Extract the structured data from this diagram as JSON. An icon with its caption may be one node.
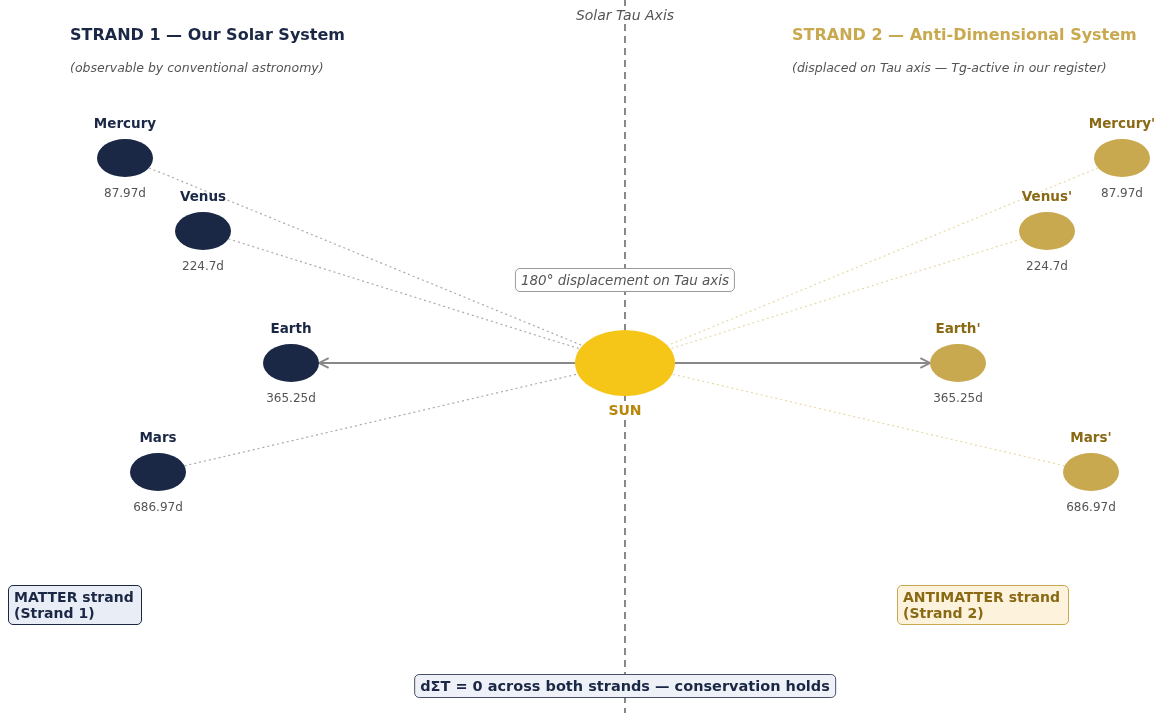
{
  "diagram": {
    "nodes": [
      {
        "text": [
          "SUN"
        ]
      },
      {
        "text": [
          "Mercury"
        ],
        "beside": [
          "87.97d"
        ]
      },
      {
        "text": [
          "Venus"
        ],
        "beside": [
          "224.7d"
        ]
      },
      {
        "text": [
          "Earth"
        ],
        "beside": [
          "365.25d"
        ]
      },
      {
        "text": [
          "Mars"
        ],
        "beside": [
          "686.97d"
        ]
      },
      {
        "text": [
          "Mercury'"
        ],
        "beside": [
          "87.97d"
        ]
      },
      {
        "text": [
          "Venus'"
        ],
        "beside": [
          "224.7d"
        ]
      },
      {
        "text": [
          "Earth'"
        ],
        "beside": [
          "365.25d"
        ]
      },
      {
        "text": [
          "Mars'"
        ],
        "beside": [
          "686.97d"
        ]
      },
      {
        "text": [
          "MATTER strand (Strand 1)"
        ]
      },
      {
        "text": [
          "ANTIMATTER strand (Strand 2)"
        ]
      },
      {
        "text": [
          "dΣT = 0 across both strands — conservation holds"
        ]
      },
      {
        "text": [
          "180° displacement on Tau axis"
        ]
      }
    ],
    "edges": [
      {
        "from": 0,
        "to": 3,
        "arrow": "to"
      },
      {
        "from": 0,
        "to": 7,
        "arrow": "to"
      },
      {
        "from": 1,
        "to": 0,
        "arrow": "none",
        "style": "dashed"
      },
      {
        "from": 2,
        "to": 0,
        "arrow": "none",
        "style": "dashed"
      },
      {
        "from": 4,
        "to": 0,
        "arrow": "none",
        "style": "dashed"
      },
      {
        "from": 5,
        "to": 0,
        "arrow": "none",
        "style": "dashed",
        "color": "#e8d9a8"
      },
      {
        "from": 6,
        "to": 0,
        "arrow": "none",
        "style": "dashed",
        "color": "#e8d9a8"
      },
      {
        "from": 8,
        "to": 0,
        "arrow": "none",
        "style": "dashed",
        "color": "#e8d9a8"
      }
    ],
    "labels": [
      "Solar Tau Axis",
      "STRAND 1 — Our Solar System",
      "(observable by conventional astronomy)",
      "STRAND 2 — Anti-Dimensional System",
      "(displaced on Tau axis — Tg-active in our register)"
    ]
  }
}
